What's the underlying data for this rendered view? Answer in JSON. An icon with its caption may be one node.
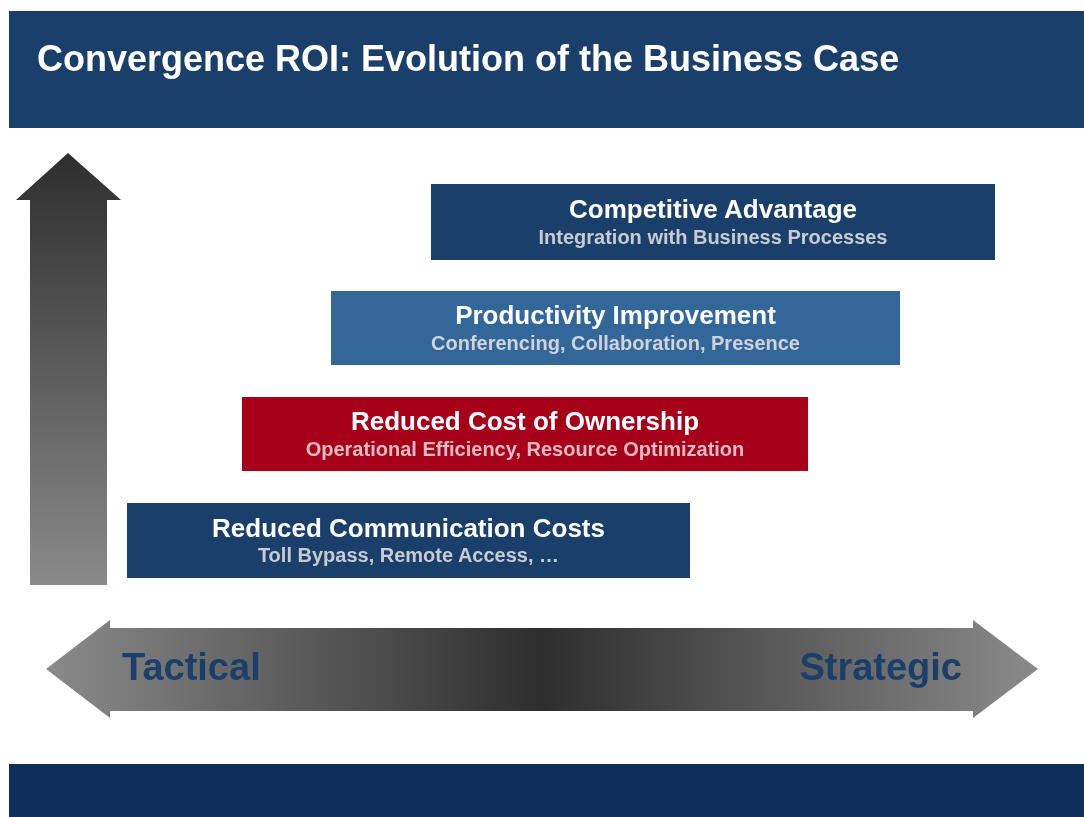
{
  "diagram": {
    "title": "Convergence ROI: Evolution of the Business Case",
    "nodes": [
      {
        "text": [
          "Competitive Advantage",
          "Integration with Business Processes"
        ]
      },
      {
        "text": [
          "Productivity Improvement",
          "Conferencing, Collaboration, Presence"
        ]
      },
      {
        "text": [
          "Reduced Cost of Ownership",
          "Operational Efficiency, Resource Optimization"
        ]
      },
      {
        "text": [
          "Reduced Communication Costs",
          "Toll Bypass, Remote Access, …"
        ]
      }
    ],
    "labels": [
      "Tactical",
      "Strategic"
    ]
  }
}
